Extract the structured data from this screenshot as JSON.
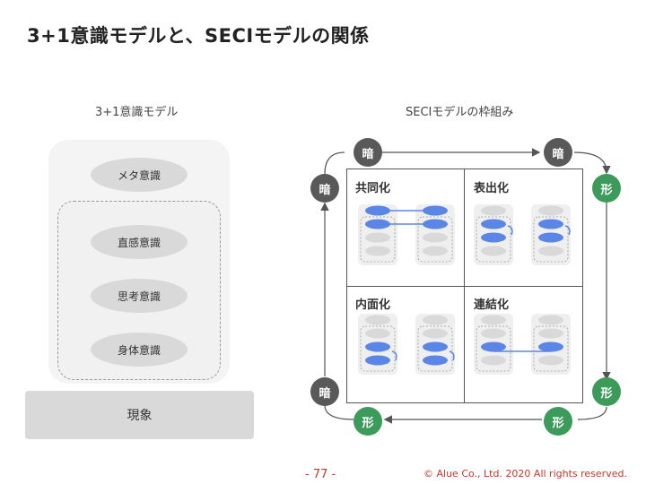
{
  "title": "3+1意識モデルと、SECIモデルの関係",
  "left": {
    "heading": "3+1意識モデル",
    "meta": "メタ意識",
    "intuition": "直感意識",
    "thinking": "思考意識",
    "body": "身体意識",
    "phenomenon": "現象"
  },
  "right": {
    "heading": "SECIモデルの枠組み",
    "quadrants": [
      "共同化",
      "表出化",
      "内面化",
      "連結化"
    ]
  },
  "badges": {
    "tacit": "暗",
    "explicit": "形"
  },
  "colors": {
    "tacit_badge": "#595959",
    "explicit_badge": "#3c9a5a",
    "blue_dot": "#5b86e5",
    "gray_dot": "#d9d9d9",
    "footer_red": "#c0392b"
  },
  "footer": {
    "page": "- 77 -",
    "copyright": "© Alue Co., Ltd.  2020  All rights reserved."
  }
}
